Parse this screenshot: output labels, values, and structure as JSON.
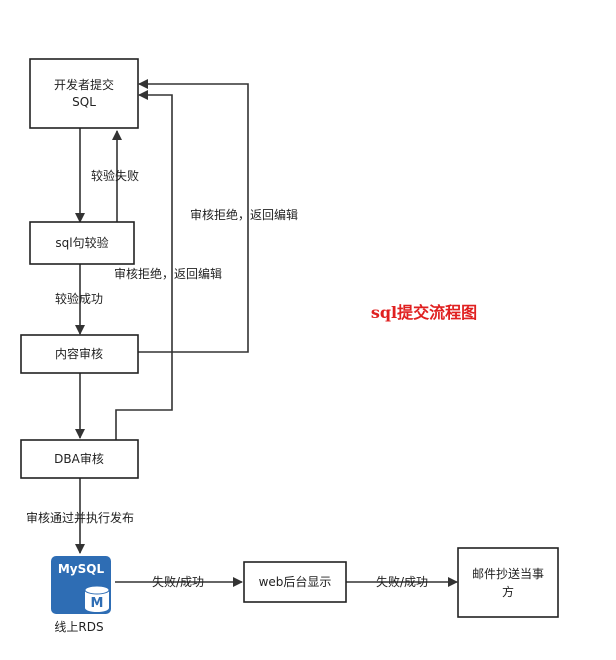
{
  "title": "sql提交流程图",
  "nodes": {
    "developer_submit": {
      "line1": "开发者提交",
      "line2": "SQL"
    },
    "sql_check": "sql句较验",
    "content_review": "内容审核",
    "dba_review": "DBA审核",
    "web_display": "web后台显示",
    "email_notify": {
      "line1": "邮件抄送当事",
      "line2": "方"
    }
  },
  "rds": {
    "logo_text": "MySQL",
    "logo_letter": "M",
    "caption": "线上RDS"
  },
  "edges": {
    "check_failed": "较验失败",
    "check_success": "较验成功",
    "reject_content": "审核拒绝，返回编辑",
    "reject_dba": "审核拒绝，返回编辑",
    "approve_publish": "审核通过并执行发布",
    "rds_to_web": "失败/成功",
    "web_to_email": "失败/成功"
  },
  "colors": {
    "title": "#e02020",
    "mysql_blue": "#2e6db4",
    "line": "#333333"
  }
}
